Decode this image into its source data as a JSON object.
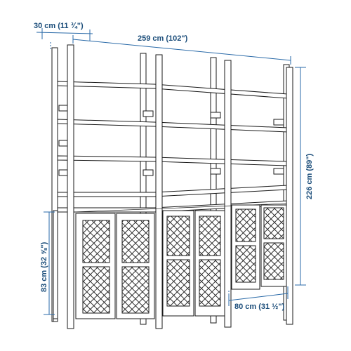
{
  "dimensions": {
    "depth": "30 cm (11 ¾\")",
    "width": "259 cm (102\")",
    "height": "226 cm (89\")",
    "cabinet_height": "83 cm (32 ⅝\")",
    "section_width": "80 cm (31 ½\")"
  },
  "colors": {
    "dimension": "#2a6aa8",
    "dimension_text": "#1b4d7a",
    "ink": "#1a1a1a"
  }
}
